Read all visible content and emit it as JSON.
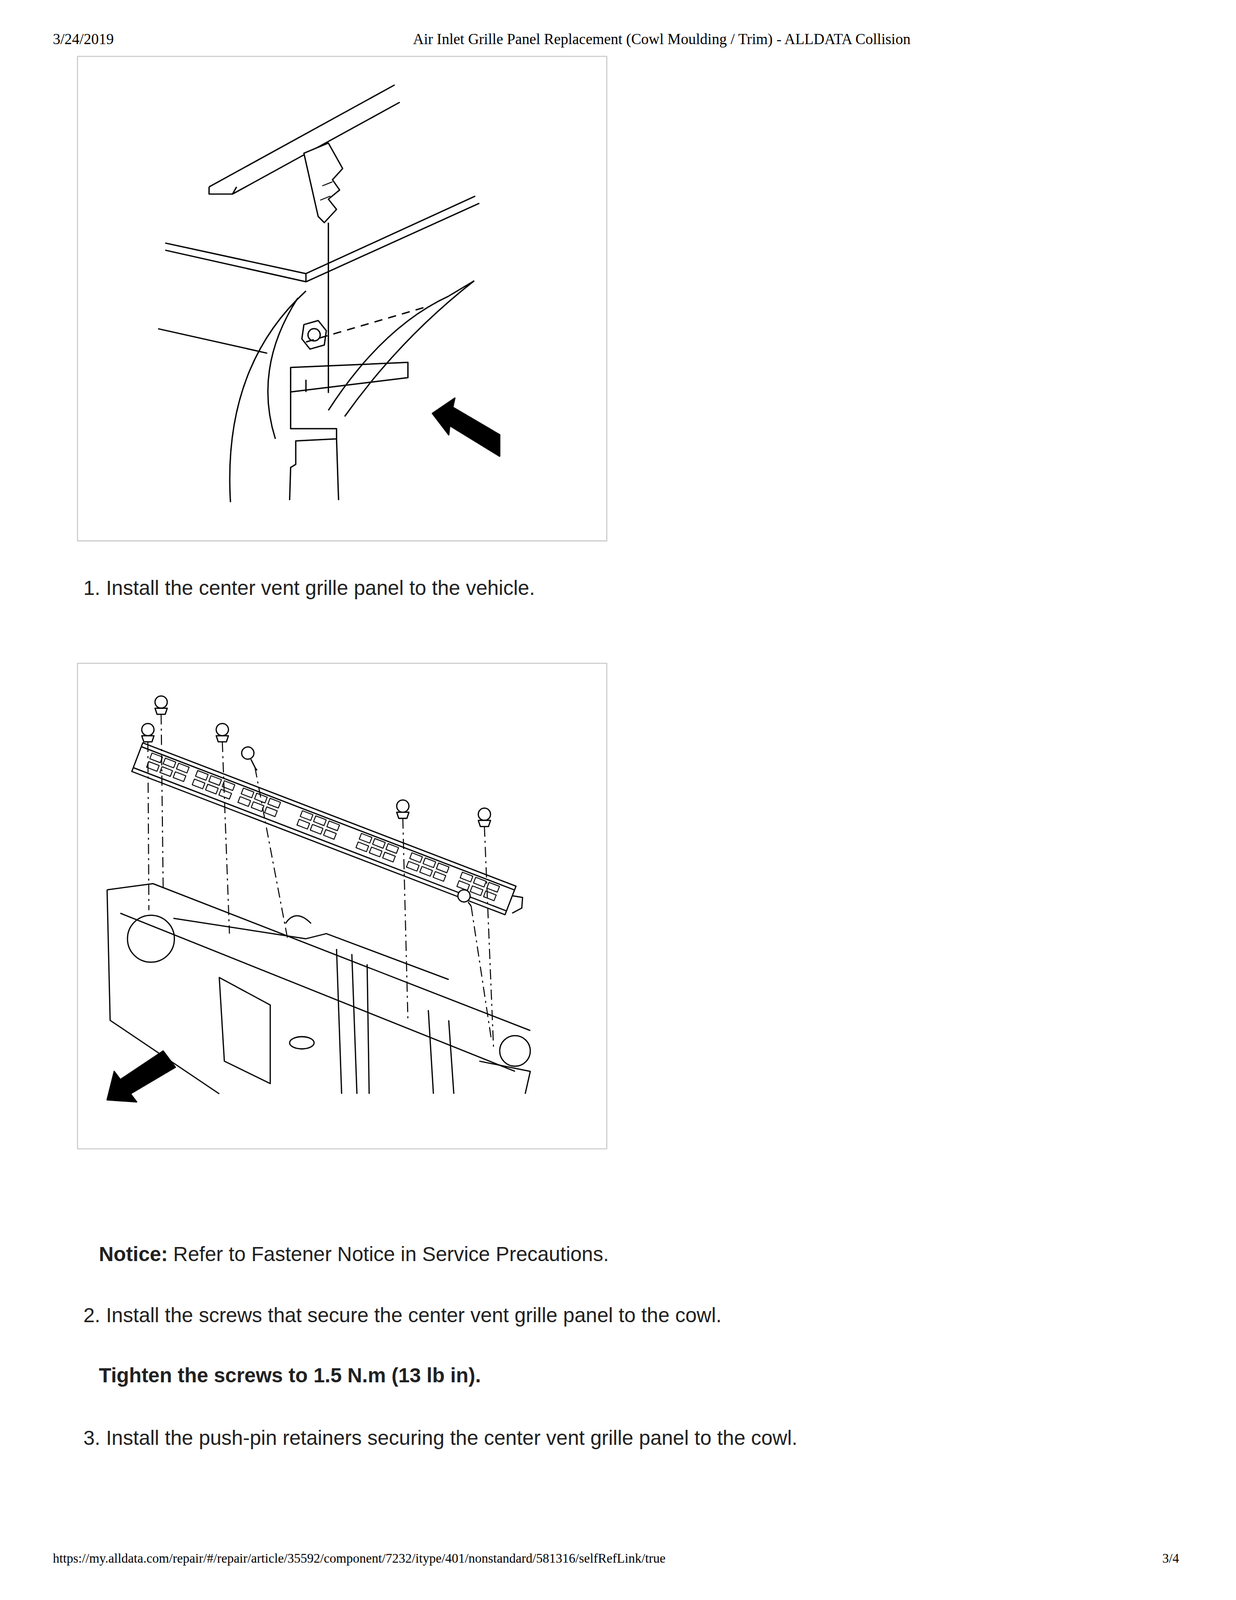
{
  "diagram": {
    "labels": [
      "3/24/2019",
      "Air Inlet Grille Panel Replacement (Cowl Moulding / Trim) - ALLDATA Collision",
      "1. Install the center vent grille panel to the vehicle.",
      "Notice:",
      "Refer to Fastener Notice in Service Precautions.",
      "2. Install the screws that secure the center vent grille panel to the cowl.",
      "Tighten the screws to 1.5 N.m (13 lb in).",
      "3. Install the push-pin retainers securing the center vent grille panel to the cowl.",
      "https://my.alldata.com/repair/#/repair/article/35592/component/7232/itype/401/nonstandard/581316/selfRefLink/true",
      "3/4"
    ]
  }
}
